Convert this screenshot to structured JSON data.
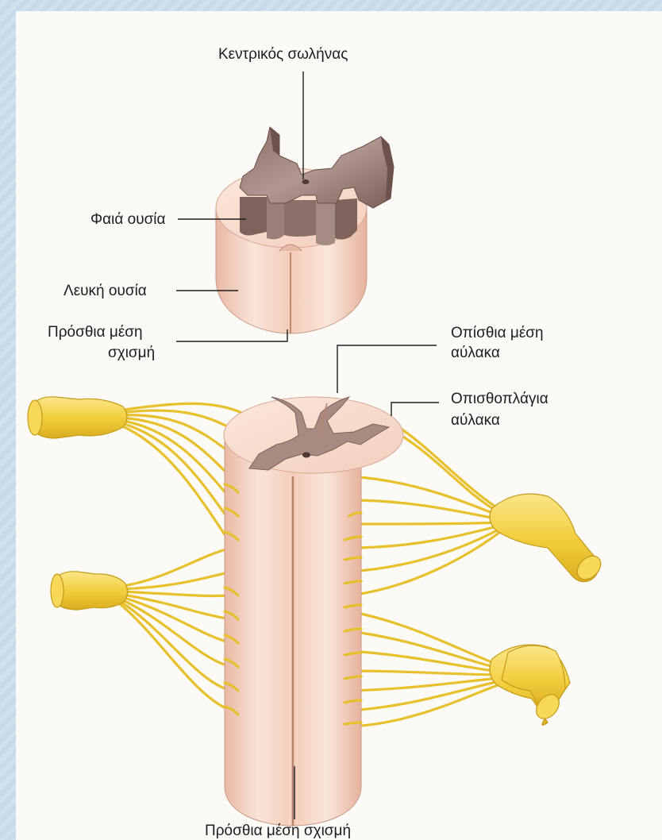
{
  "diagram": {
    "labels": {
      "central_canal": "Κεντρικός σωλήνας",
      "grey_matter": "Φαιά ουσία",
      "white_matter": "Λευκή ουσία",
      "anterior_fissure_line1": "Πρόσθια μέση",
      "anterior_fissure_line2": "σχισμή",
      "posterior_sulcus_line1": "Οπίσθια μέση",
      "posterior_sulcus_line2": "αύλακα",
      "posterolateral_sulcus_line1": "Οπισθοπλάγια",
      "posterolateral_sulcus_line2": "αύλακα",
      "bottom_fissure": "Πρόσθια μέση σχισμή"
    },
    "colors": {
      "white_matter": "#f6d8c8",
      "grey_matter": "#a88a82",
      "nerve": "#f2cf3e",
      "background": "#c9dbea"
    }
  }
}
